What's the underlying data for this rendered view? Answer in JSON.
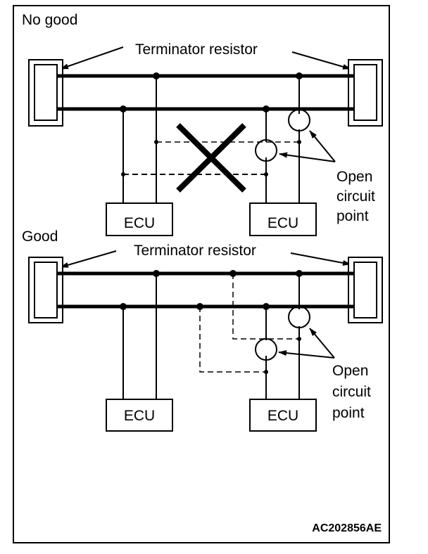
{
  "figure_code": "AC202856AE",
  "colors": {
    "ink": "#000000",
    "background": "#ffffff"
  },
  "panels": [
    {
      "id": "no-good",
      "heading": "No good",
      "terminator_label": "Terminator resistor",
      "ecu_labels": [
        "ECU",
        "ECU"
      ],
      "open_circuit_label": [
        "Open",
        "circuit",
        "point"
      ],
      "bypass": "crossed-out"
    },
    {
      "id": "good",
      "heading": "Good",
      "terminator_label": "Terminator resistor",
      "ecu_labels": [
        "ECU",
        "ECU"
      ],
      "open_circuit_label": [
        "Open",
        "circuit",
        "point"
      ],
      "bypass": "direct-to-bus"
    }
  ]
}
